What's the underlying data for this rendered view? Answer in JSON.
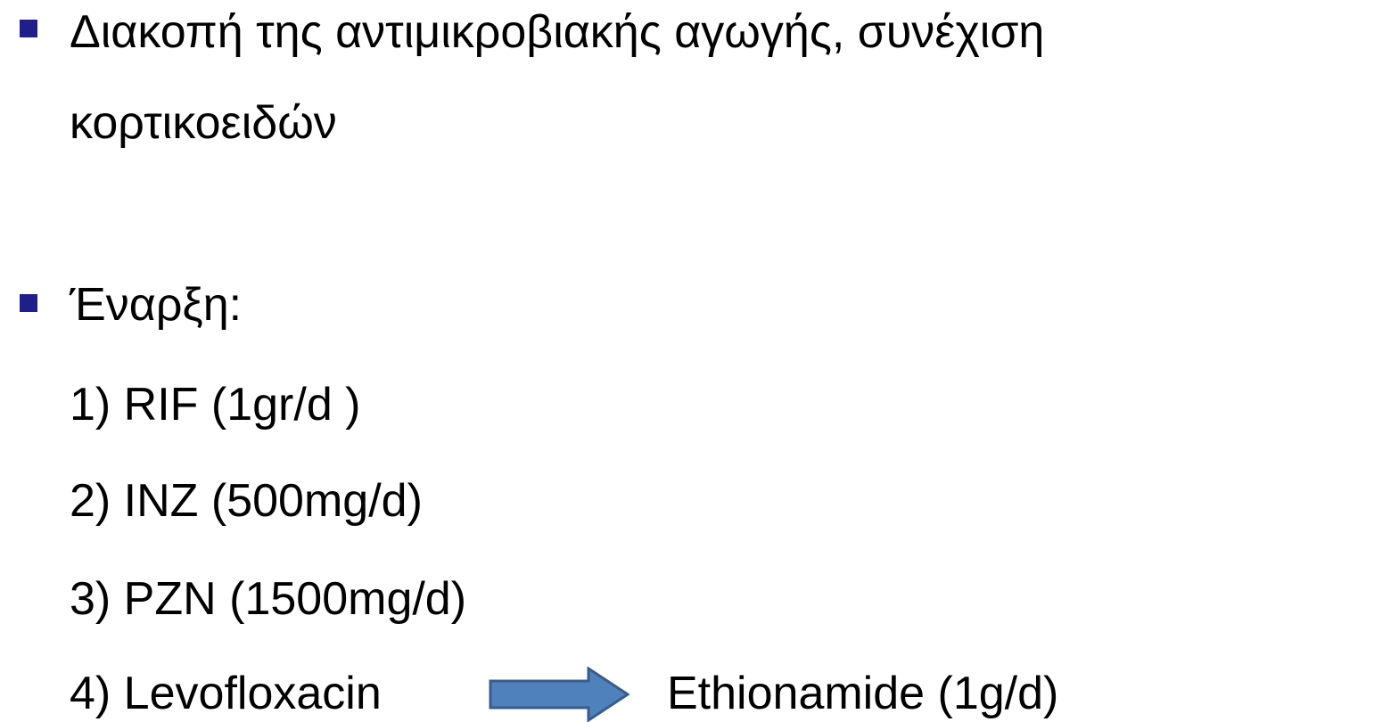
{
  "bullets": [
    {
      "lines": [
        "Διακοπή της αντιμικροβιακής αγωγής, συνέχιση",
        "κορτικοειδών"
      ]
    },
    {
      "heading": "Έναρξη:",
      "items": [
        "1) RIF (1gr/d )",
        "2) INZ (500mg/d)",
        "3) PZN (1500mg/d)"
      ],
      "last_item": {
        "from": "4) Levofloxacin",
        "to": "Ethionamide (1g/d)",
        "arrow_icon": "right-arrow-icon"
      }
    }
  ],
  "colors": {
    "bullet": "#1f1f8a",
    "arrow_fill": "#4f81bd",
    "arrow_stroke": "#385d8a"
  }
}
